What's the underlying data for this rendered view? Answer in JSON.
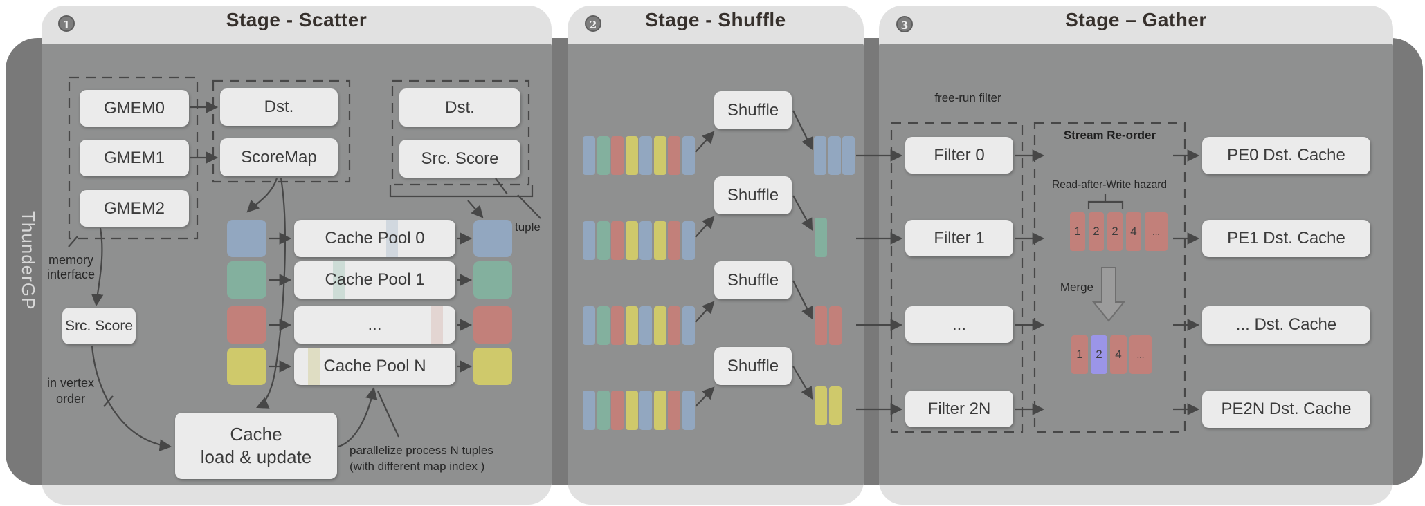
{
  "brand": "ThunderGP",
  "colors": {
    "blue": "#92a7c0",
    "teal": "#83b09e",
    "red": "#c2807a",
    "yellow": "#cfc96b",
    "purple": "#9b95e8",
    "blue_faint": "#bcc8d6",
    "teal_faint": "#b5cfc4",
    "red_faint": "#ddc3be",
    "yellow_faint": "#d6d2a2",
    "card": "#e1e1e1",
    "panel": "#8f9090",
    "container": "#797979",
    "arrow": "#474747"
  },
  "stages": [
    {
      "number": "1",
      "title": "Stage - Scatter"
    },
    {
      "number": "2",
      "title": "Stage - Shuffle"
    },
    {
      "number": "3",
      "title": "Stage – Gather"
    }
  ],
  "scatter": {
    "gmem": [
      "GMEM0",
      "GMEM1",
      "GMEM2"
    ],
    "map_group": [
      "Dst.",
      "ScoreMap"
    ],
    "tuple_group": [
      "Dst.",
      "Src. Score"
    ],
    "tuple_label": "tuple",
    "memory_interface": [
      "memory",
      "interface"
    ],
    "src_score": "Src. Score",
    "in_vertex": [
      "in vertex",
      "order"
    ],
    "cache_pools": [
      "Cache Pool 0",
      "Cache Pool 1",
      "...",
      "Cache Pool N"
    ],
    "column_colors": [
      "blue",
      "teal",
      "red",
      "yellow"
    ],
    "cache_load": [
      "Cache",
      "load & update"
    ],
    "parallelize": [
      "parallelize process  N tuples",
      "(with different map index )"
    ]
  },
  "shuffle": {
    "box_label": "Shuffle",
    "rows": [
      {
        "input": [
          "blue",
          "teal",
          "red",
          "yellow",
          "blue",
          "yellow",
          "red",
          "blue"
        ],
        "output": [
          "blue",
          "blue",
          "blue"
        ]
      },
      {
        "input": [
          "blue",
          "teal",
          "red",
          "yellow",
          "blue",
          "yellow",
          "red",
          "blue"
        ],
        "output": [
          "teal"
        ]
      },
      {
        "input": [
          "blue",
          "teal",
          "red",
          "yellow",
          "blue",
          "yellow",
          "red",
          "blue"
        ],
        "output": [
          "red",
          "red"
        ]
      },
      {
        "input": [
          "blue",
          "teal",
          "red",
          "yellow",
          "blue",
          "yellow",
          "red",
          "blue"
        ],
        "output": [
          "yellow",
          "yellow"
        ]
      }
    ]
  },
  "gather": {
    "free_run_label": "free-run filter",
    "filters": [
      "Filter 0",
      "Filter 1",
      "...",
      "Filter 2N"
    ],
    "stream_reorder_label": "Stream Re-order",
    "raw_hazard_label": "Read-after-Write hazard",
    "hazard_bars": [
      {
        "label": "1",
        "color": "red"
      },
      {
        "label": "2",
        "color": "red"
      },
      {
        "label": "2",
        "color": "red"
      },
      {
        "label": "4",
        "color": "red"
      },
      {
        "label": "...",
        "color": "red"
      }
    ],
    "merge_label": "Merge",
    "merged_bars": [
      {
        "label": "1",
        "color": "red"
      },
      {
        "label": "2",
        "color": "purple"
      },
      {
        "label": "4",
        "color": "red"
      },
      {
        "label": "...",
        "color": "red"
      }
    ],
    "pe_caches": [
      "PE0 Dst. Cache",
      "PE1 Dst. Cache",
      "...  Dst. Cache",
      "PE2N Dst. Cache"
    ]
  }
}
